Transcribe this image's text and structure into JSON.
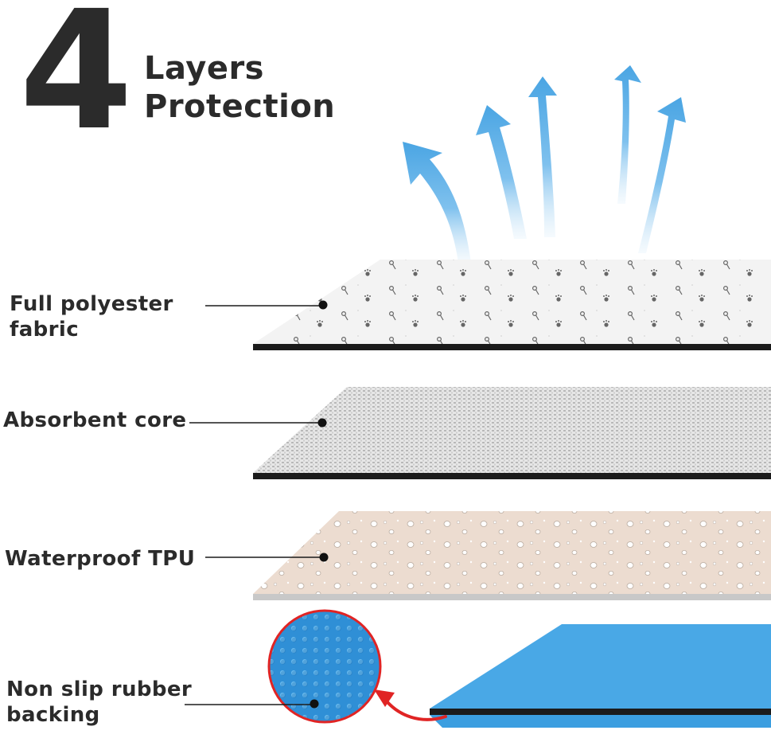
{
  "heading": {
    "number": "4",
    "line1": "Layers",
    "line2": "Protection"
  },
  "layers": [
    {
      "label_line1": "Full polyester",
      "label_line2": "fabric",
      "texture": "paw-print-pattern"
    },
    {
      "label": "Absorbent core",
      "texture": "woven-mesh"
    },
    {
      "label": "Waterproof TPU",
      "texture": "water-droplets"
    },
    {
      "label_line1": "Non slip rubber",
      "label_line2": "backing",
      "texture": "rubber-dots"
    }
  ],
  "colors": {
    "text": "#2b2b2b",
    "arrow_blue": "#5aaee6",
    "fabric": "#eeeeee",
    "core": "#d2d2d2",
    "tpu": "#ecdcd0",
    "rubber": "#49a8e6",
    "edge": "#1b1b1b",
    "callout_red": "#e02424"
  },
  "icons": [
    "breathable-arrow-icon",
    "callout-arrow-icon",
    "magnified-circle-icon"
  ]
}
